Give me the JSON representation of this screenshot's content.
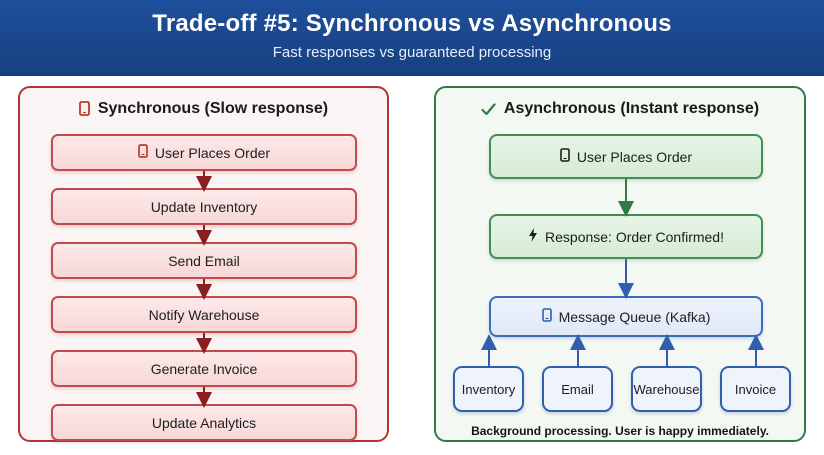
{
  "header": {
    "title": "Trade-off #5: Synchronous vs Asynchronous",
    "subtitle": "Fast responses vs guaranteed processing"
  },
  "sync": {
    "title": "Synchronous (Slow response)",
    "title_icon": "phone-icon",
    "steps": [
      {
        "label": "User Places Order",
        "icon": "phone-icon"
      },
      {
        "label": "Update Inventory"
      },
      {
        "label": "Send Email"
      },
      {
        "label": "Notify Warehouse"
      },
      {
        "label": "Generate Invoice"
      },
      {
        "label": "Update Analytics"
      }
    ]
  },
  "async": {
    "title": "Asynchronous (Instant response)",
    "title_icon": "checkmark-icon",
    "user_box": {
      "label": "User Places Order",
      "icon": "phone-icon"
    },
    "response_box": {
      "label": "Response: Order Confirmed!",
      "icon": "lightning-icon"
    },
    "queue_box": {
      "label": "Message Queue (Kafka)",
      "icon": "phone-icon"
    },
    "consumers": [
      "Inventory",
      "Email",
      "Warehouse",
      "Invoice"
    ],
    "note": "Background processing. User is happy immediately."
  },
  "colors": {
    "header_bg": "#1f4f9c",
    "sync_border": "#b23434",
    "sync_box": "#f8d7d7",
    "async_border": "#2f7a45",
    "async_box": "#d6ecd6",
    "queue_border": "#3a6bbd"
  }
}
